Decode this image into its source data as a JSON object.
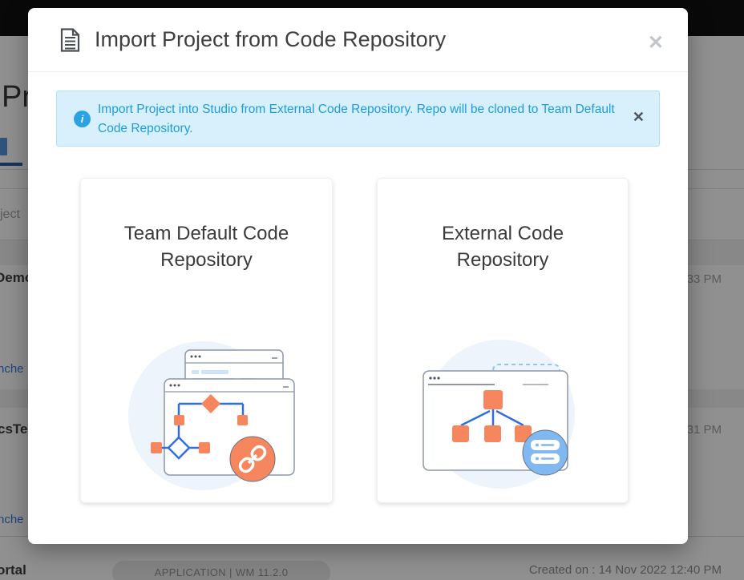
{
  "backdrop": {
    "heading_fragment": "Pro",
    "search_fragment": "ject",
    "row1": {
      "name": "Demo",
      "time": "33 PM",
      "link": "nche"
    },
    "row2": {
      "name": "csTe",
      "time": "31 PM",
      "link": "nche"
    },
    "row3": {
      "name": "ortal",
      "badge": "APPLICATION | WM 11.2.0",
      "created": "Created on : 14 Nov 2022 12:40 PM"
    }
  },
  "modal": {
    "title": "Import Project from Code Repository",
    "close_label": "✕",
    "alert": {
      "info_glyph": "i",
      "text": "Import Project into Studio from External Code Repository. Repo will be cloned to Team Default Code Repository.",
      "close_label": "✕"
    },
    "cards": [
      {
        "title": "Team Default Code Repository"
      },
      {
        "title": "External Code Repository"
      }
    ]
  },
  "colors": {
    "alert_text_blue": "#1b9ce2",
    "alert_bg": "#d8f0fc",
    "illustration_orange": "#f5865e",
    "illustration_blue": "#2e6fe0",
    "badge_circle_blue": "#80b9f2",
    "topbar_black": "#0a0a0a"
  }
}
